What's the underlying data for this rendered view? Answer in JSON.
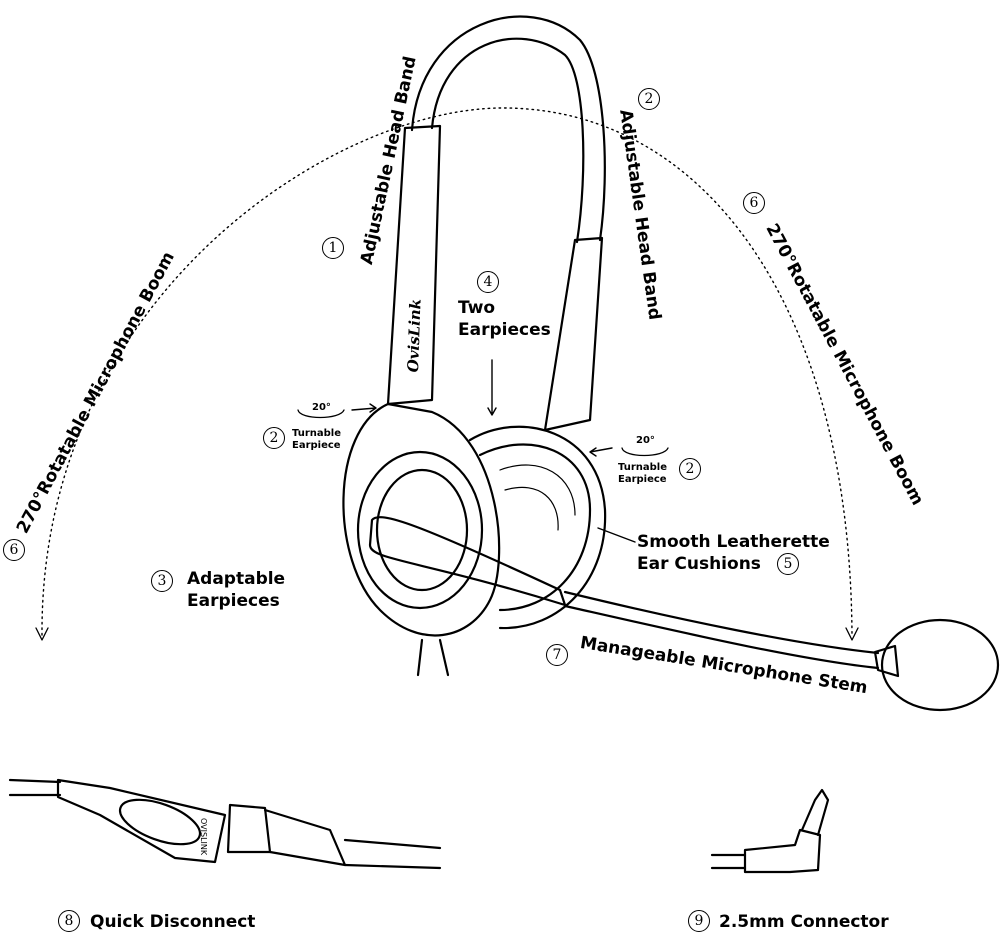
{
  "title": "Headset feature diagram",
  "brand": "OvisLink",
  "connector_brand": "OVISLINK",
  "callouts": [
    {
      "number": "1",
      "label": "Adjustable Head Band"
    },
    {
      "number": "2",
      "label": "Adjustable Head Band"
    },
    {
      "number": "2",
      "label": "Turnable Earpiece",
      "angle": "20°",
      "side": "left"
    },
    {
      "number": "2",
      "label": "Turnable Earpiece",
      "angle": "20°",
      "side": "right"
    },
    {
      "number": "3",
      "label": "Adaptable Earpieces"
    },
    {
      "number": "4",
      "label": "Two Earpieces"
    },
    {
      "number": "5",
      "label": "Smooth Leatherette Ear Cushions"
    },
    {
      "number": "6",
      "label": "270°Rotatable Microphone Boom",
      "side": "left"
    },
    {
      "number": "6",
      "label": "270°Rotatable Microphone Boom",
      "side": "right"
    },
    {
      "number": "7",
      "label": "Manageable Microphone Stem"
    },
    {
      "number": "8",
      "label": "Quick Disconnect"
    },
    {
      "number": "9",
      "label": "2.5mm Connector"
    }
  ],
  "labels": {
    "adaptable_line1": "Adaptable",
    "adaptable_line2": "Earpieces",
    "two_line1": "Two",
    "two_line2": "Earpieces",
    "cushion_line1": "Smooth Leatherette",
    "cushion_line2": "Ear Cushions",
    "turnable_line1": "Turnable",
    "turnable_line2": "Earpiece"
  }
}
